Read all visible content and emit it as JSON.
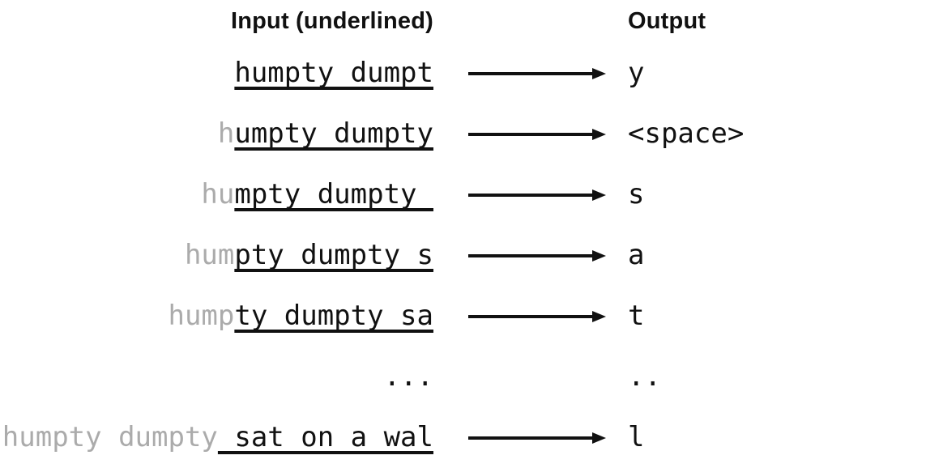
{
  "colors": {
    "ink": "#111111",
    "muted": "#ababab",
    "background": "#ffffff"
  },
  "header": {
    "input_label": "Input (underlined)",
    "output_label": "Output"
  },
  "rows": [
    {
      "prefix": "",
      "window": "humpty dumpt",
      "underline": true,
      "arrow": true,
      "output": "y"
    },
    {
      "prefix": "h",
      "window": "umpty dumpty",
      "underline": true,
      "arrow": true,
      "output": "<space>"
    },
    {
      "prefix": "hu",
      "window": "mpty dumpty ",
      "underline": true,
      "arrow": true,
      "output": "s"
    },
    {
      "prefix": "hum",
      "window": "pty dumpty s",
      "underline": true,
      "arrow": true,
      "output": "a"
    },
    {
      "prefix": "hump",
      "window": "ty dumpty sa",
      "underline": true,
      "arrow": true,
      "output": "t"
    },
    {
      "prefix": "",
      "window": "...",
      "underline": false,
      "arrow": false,
      "output": ".."
    },
    {
      "prefix": "humpty dumpty",
      "window": " sat on a wal",
      "underline": true,
      "arrow": true,
      "output": "l"
    }
  ]
}
